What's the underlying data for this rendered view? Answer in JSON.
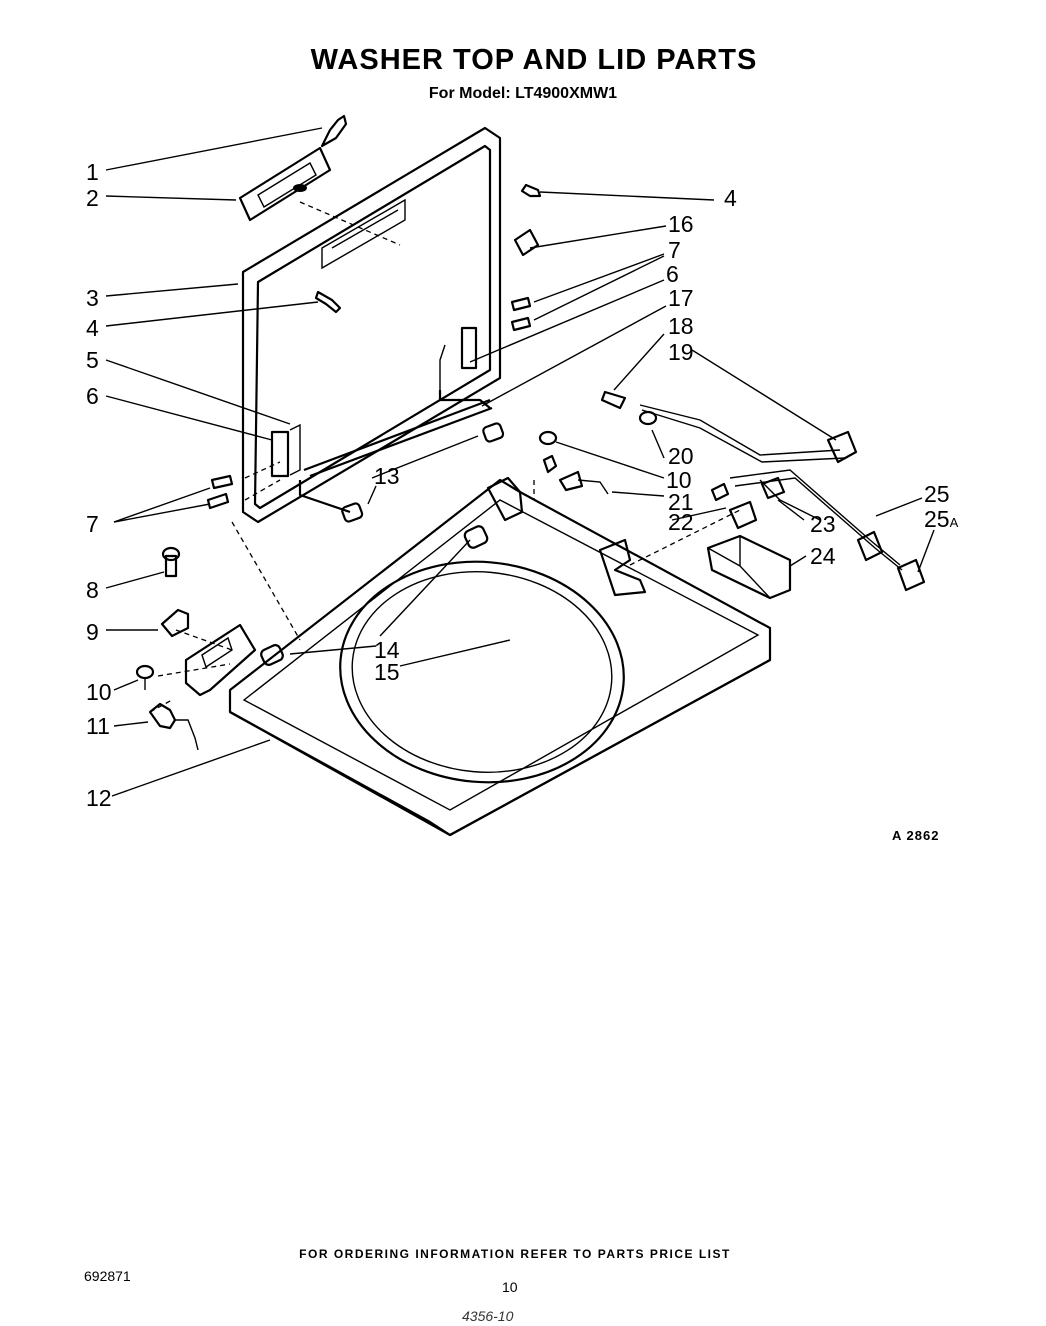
{
  "page": {
    "title": "WASHER TOP AND LID PARTS",
    "subtitle": "For Model: LT4900XMW1",
    "figure_code": "A 2862",
    "footer_note": "FOR ORDERING INFORMATION REFER TO PARTS PRICE LIST",
    "document_number": "692871",
    "page_number": "10",
    "handwritten_note": "4356-10"
  },
  "callouts": [
    {
      "id": "c1",
      "label": "1"
    },
    {
      "id": "c2",
      "label": "2"
    },
    {
      "id": "c3",
      "label": "3"
    },
    {
      "id": "c4a",
      "label": "4"
    },
    {
      "id": "c4b",
      "label": "4"
    },
    {
      "id": "c5",
      "label": "5"
    },
    {
      "id": "c6a",
      "label": "6"
    },
    {
      "id": "c6b",
      "label": "6"
    },
    {
      "id": "c7a",
      "label": "7"
    },
    {
      "id": "c7b",
      "label": "7"
    },
    {
      "id": "c8",
      "label": "8"
    },
    {
      "id": "c9",
      "label": "9"
    },
    {
      "id": "c10a",
      "label": "10"
    },
    {
      "id": "c10b",
      "label": "10"
    },
    {
      "id": "c11",
      "label": "11"
    },
    {
      "id": "c12",
      "label": "12"
    },
    {
      "id": "c13",
      "label": "13"
    },
    {
      "id": "c14",
      "label": "14"
    },
    {
      "id": "c15",
      "label": "15"
    },
    {
      "id": "c16",
      "label": "16"
    },
    {
      "id": "c17",
      "label": "17"
    },
    {
      "id": "c18",
      "label": "18"
    },
    {
      "id": "c19",
      "label": "19"
    },
    {
      "id": "c20",
      "label": "20"
    },
    {
      "id": "c21",
      "label": "21"
    },
    {
      "id": "c22",
      "label": "22"
    },
    {
      "id": "c23",
      "label": "23"
    },
    {
      "id": "c24",
      "label": "24"
    },
    {
      "id": "c25",
      "label": "25"
    },
    {
      "id": "c25a",
      "label": "25",
      "suffix": "A"
    }
  ]
}
